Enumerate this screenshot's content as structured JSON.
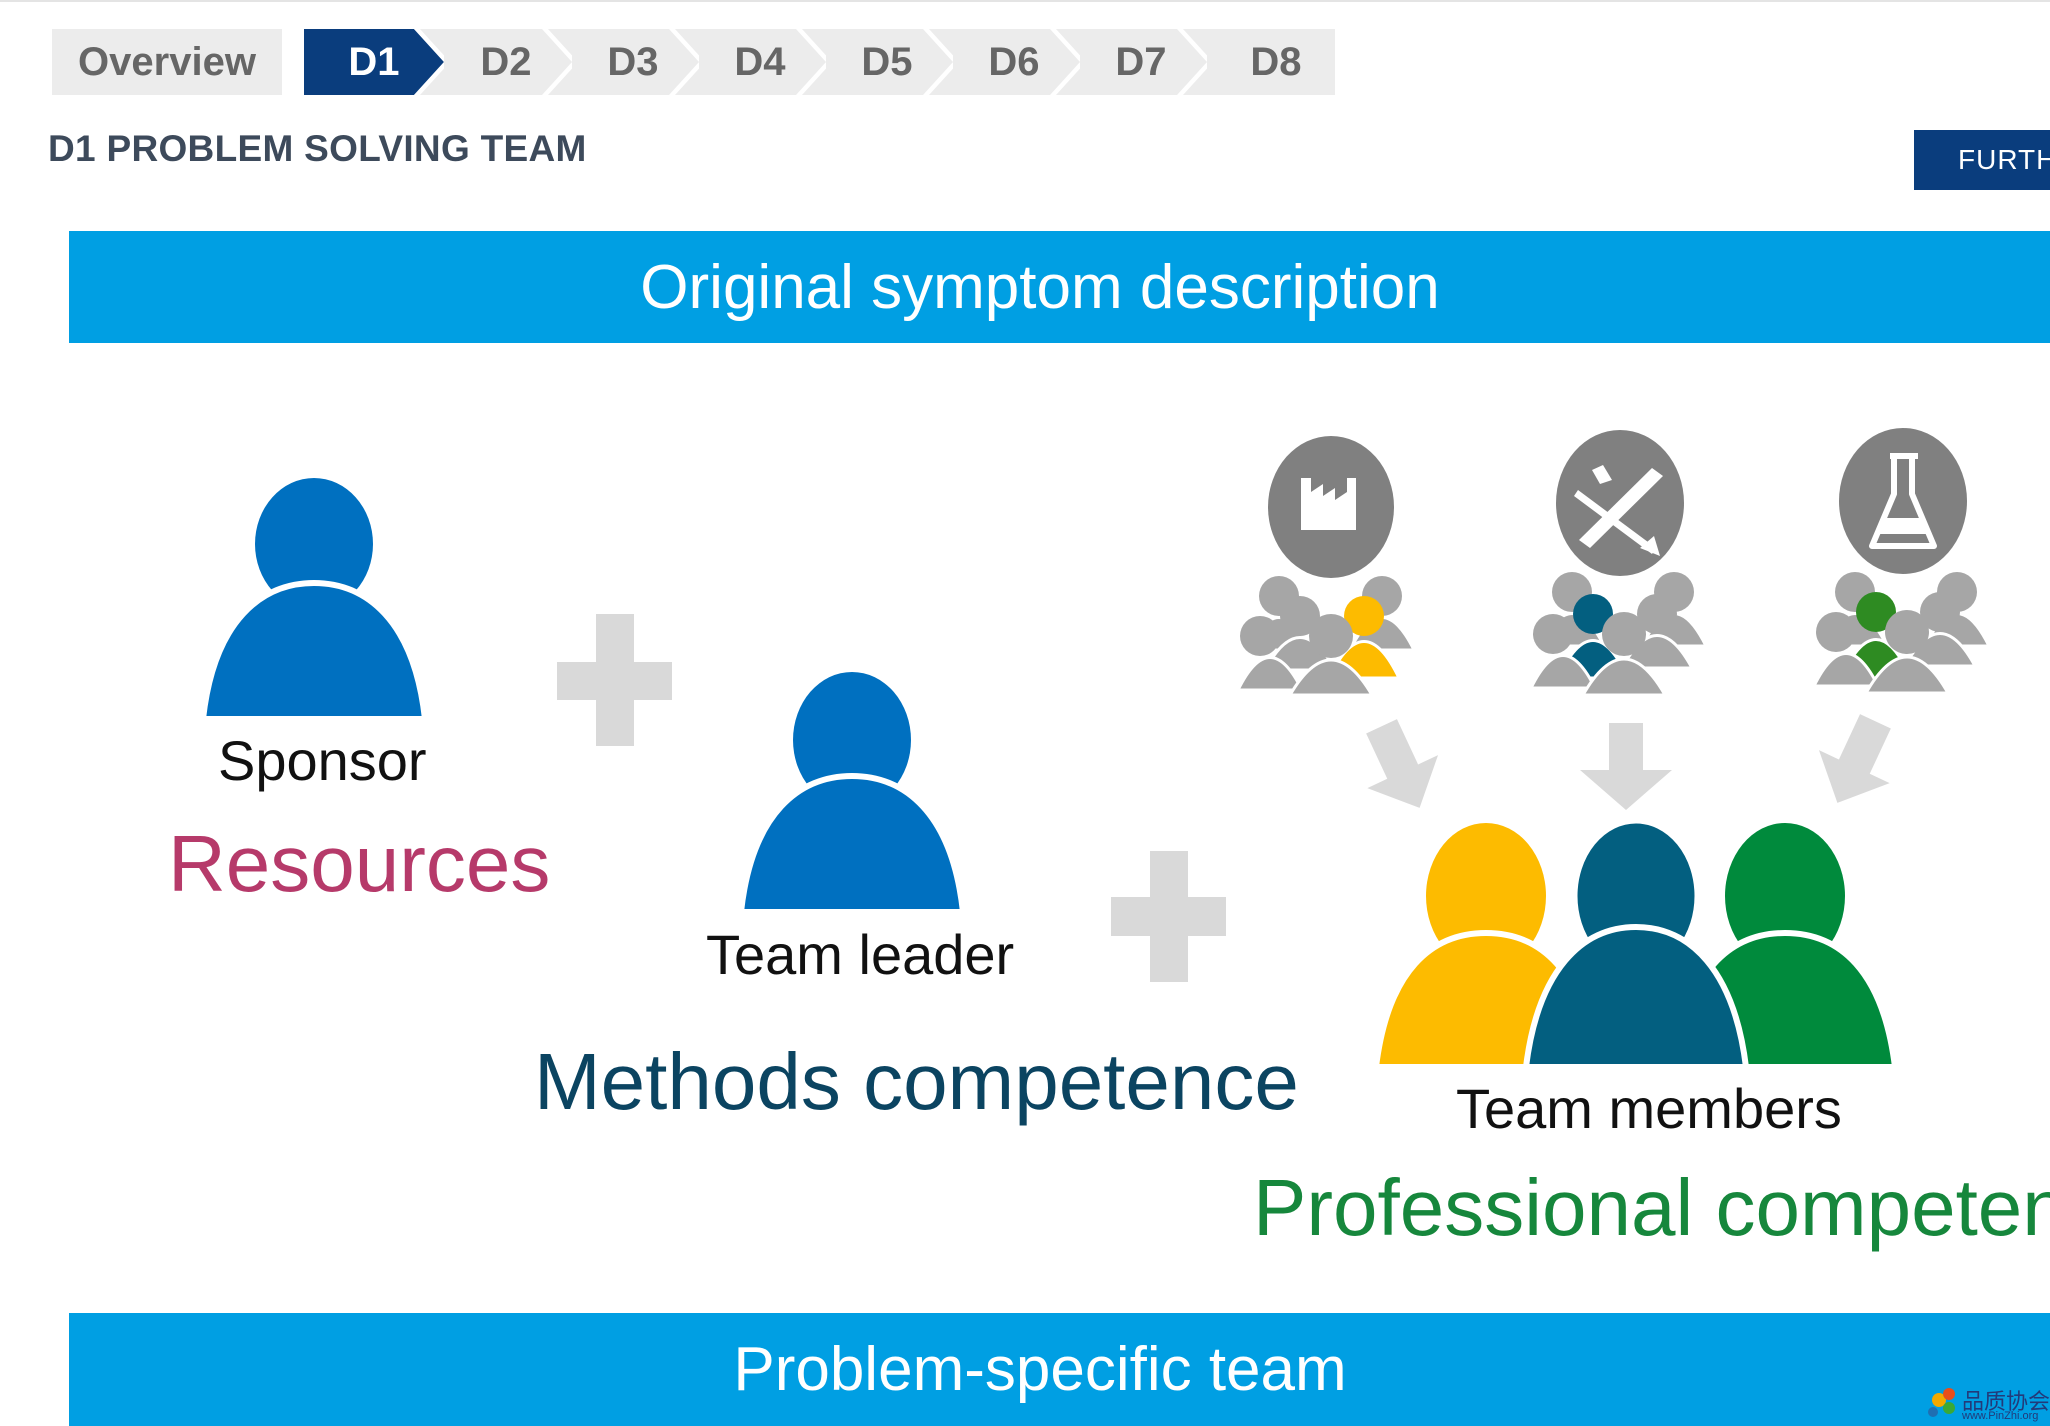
{
  "nav": {
    "overview_label": "Overview",
    "steps": [
      "D1",
      "D2",
      "D3",
      "D4",
      "D5",
      "D6",
      "D7",
      "D8"
    ],
    "active_step": "D1"
  },
  "page": {
    "title": "D1 PROBLEM SOLVING TEAM",
    "further_button": "FURTH"
  },
  "banners": {
    "top": "Original symptom description",
    "bottom": "Problem-specific team"
  },
  "roles": {
    "sponsor": {
      "name": "Sponsor",
      "competence": "Resources"
    },
    "leader": {
      "name": "Team leader",
      "competence": "Methods competence"
    },
    "members": {
      "name": "Team members",
      "competence": "Professional competence"
    }
  },
  "departments": [
    {
      "icon": "factory-icon",
      "color": "#fdbb00"
    },
    {
      "icon": "ruler-pencil-icon",
      "color": "#035f80"
    },
    {
      "icon": "flask-icon",
      "color": "#2e8b22"
    }
  ],
  "colors": {
    "primary_blue": "#0070c0",
    "banner_blue": "#009fe3",
    "nav_dark_blue": "#0a3d7d",
    "resources_color": "#b63a6a",
    "methods_color": "#0b4461",
    "professional_color": "#16873c",
    "member_yellow": "#fdbb00",
    "member_teal": "#035f80",
    "member_green": "#008a3c",
    "plus_gray": "#d9d9d9",
    "icon_gray": "#808080"
  },
  "watermark": {
    "text": "品质协会",
    "url": "www.PinZhi.org"
  }
}
